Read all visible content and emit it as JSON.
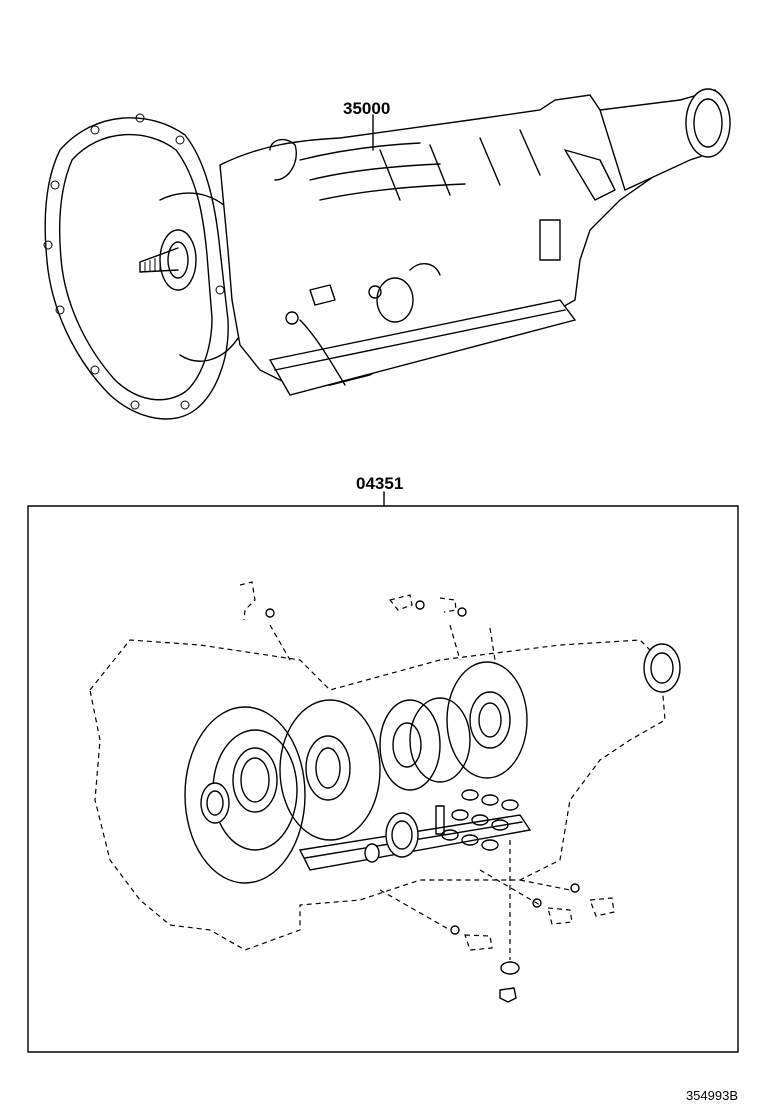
{
  "callouts": {
    "assembly": "35000",
    "gasket_kit": "04351"
  },
  "reference_code": "354993B"
}
